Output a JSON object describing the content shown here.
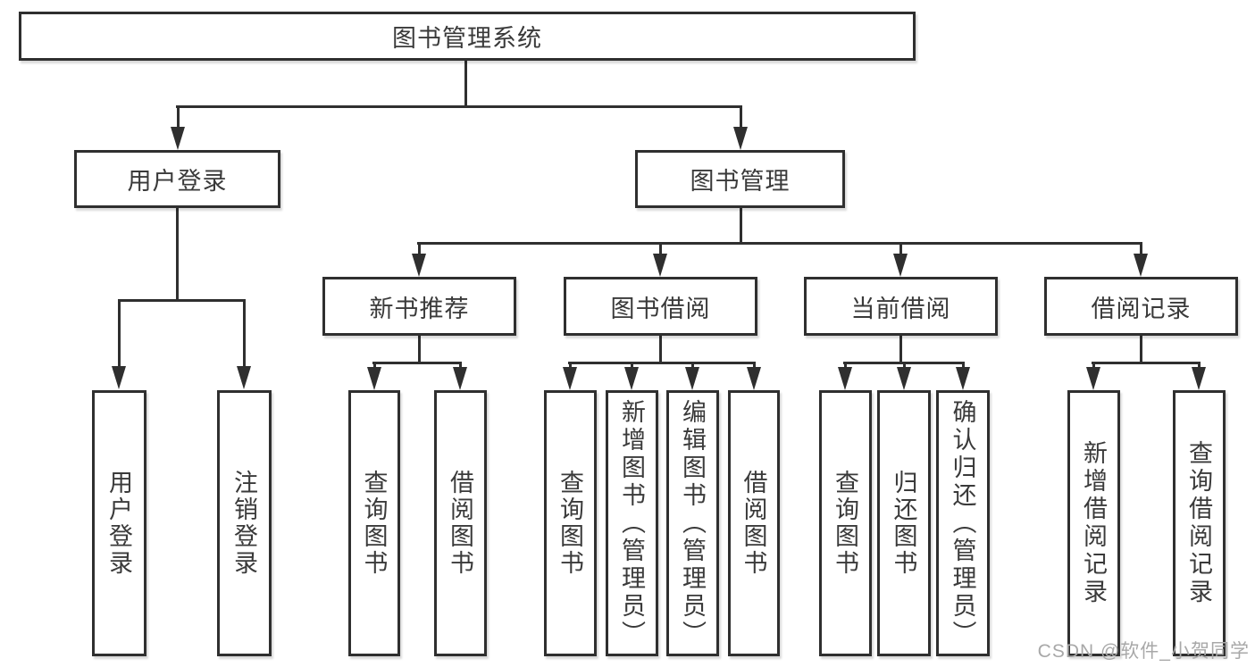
{
  "diagram": {
    "type": "hierarchy-tree",
    "title": "图书管理系统",
    "watermark": "CSDN @软件_小贺同学"
  },
  "colors": {
    "line": "#2f2f2f",
    "text": "#3a3a3a",
    "watermark": "#a8a8a8",
    "bg": "#ffffff"
  },
  "nodes": {
    "root": "图书管理系统",
    "user_login": "用户登录",
    "book_mgmt": "图书管理",
    "new_book_rec": "新书推荐",
    "book_borrow": "图书借阅",
    "current_borrow": "当前借阅",
    "borrow_record": "借阅记录",
    "leaf_user_login": "用户登录",
    "leaf_logout": "注销登录",
    "leaf_nb_query": "查询图书",
    "leaf_nb_borrow": "借阅图书",
    "leaf_bb_query": "查询图书",
    "leaf_bb_add": "新增图书（管理员）",
    "leaf_bb_edit": "编辑图书（管理员）",
    "leaf_bb_borrow": "借阅图书",
    "leaf_cb_query": "查询图书",
    "leaf_cb_return": "归还图书",
    "leaf_cb_confirm": "确认归还（管理员）",
    "leaf_br_add": "新增借阅记录",
    "leaf_br_query": "查询借阅记录"
  },
  "hierarchy": {
    "图书管理系统": {
      "用户登录": [
        "用户登录",
        "注销登录"
      ],
      "图书管理": {
        "新书推荐": [
          "查询图书",
          "借阅图书"
        ],
        "图书借阅": [
          "查询图书",
          "新增图书（管理员）",
          "编辑图书（管理员）",
          "借阅图书"
        ],
        "当前借阅": [
          "查询图书",
          "归还图书",
          "确认归还（管理员）"
        ],
        "借阅记录": [
          "新增借阅记录",
          "查询借阅记录"
        ]
      }
    }
  }
}
